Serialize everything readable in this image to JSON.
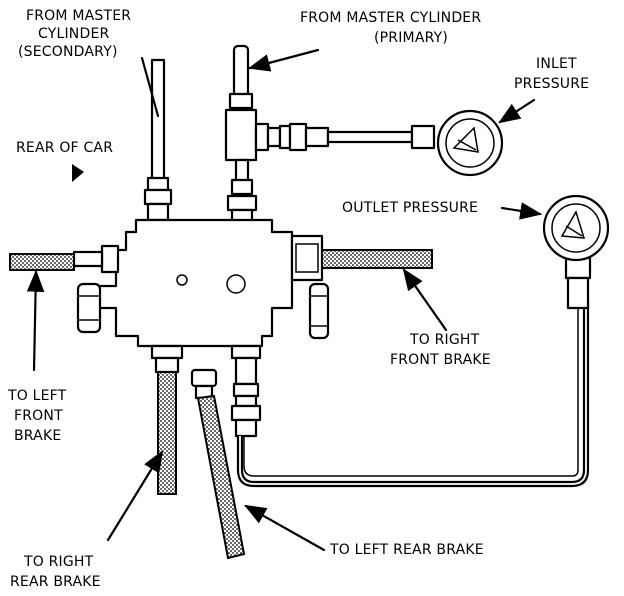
{
  "labels": {
    "master_secondary_1": "FROM MASTER",
    "master_secondary_2": "CYLINDER",
    "master_secondary_3": "(SECONDARY)",
    "master_primary_1": "FROM MASTER CYLINDER",
    "master_primary_2": "(PRIMARY)",
    "inlet_1": "INLET",
    "inlet_2": "PRESSURE",
    "rear_of_car": "REAR OF CAR",
    "outlet": "OUTLET PRESSURE",
    "left_front_1": "TO LEFT",
    "left_front_2": "FRONT",
    "left_front_3": "BRAKE",
    "right_front_1": "TO RIGHT",
    "right_front_2": "FRONT BRAKE",
    "right_rear_1": "TO RIGHT",
    "right_rear_2": "REAR BRAKE",
    "left_rear": "TO LEFT REAR BRAKE"
  }
}
